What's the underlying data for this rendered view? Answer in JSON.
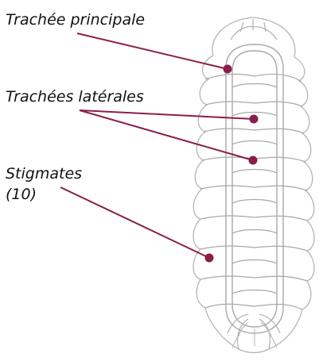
{
  "labels": {
    "main_trachea": "Trachée principale",
    "lateral_tracheae": "Trachées latérales",
    "spiracles_line1": "Stigmates",
    "spiracles_line2": "(10)"
  },
  "colors": {
    "pointer": "#8b1d4a",
    "outline": "#b5b5b5",
    "text": "#111111"
  }
}
